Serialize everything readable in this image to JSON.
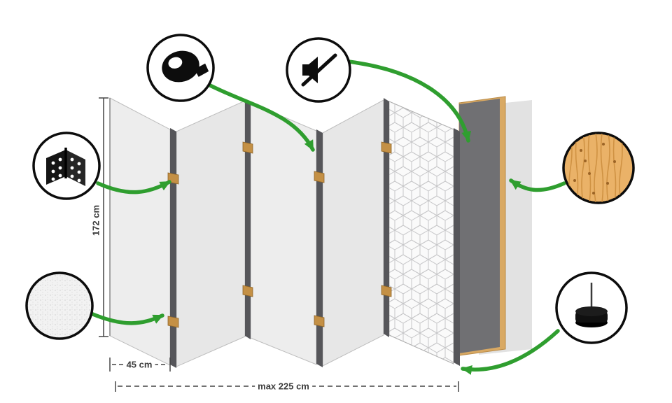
{
  "diagram": {
    "type": "product-infographic",
    "subject": "folding room divider screen construction",
    "dimensions": {
      "height": "172 cm",
      "panel_width": "45 cm",
      "max_width": "max 225 cm"
    },
    "features": [
      {
        "icon": "adhesive-tape-icon",
        "position": "top-left"
      },
      {
        "icon": "mute-icon",
        "position": "top-center"
      },
      {
        "icon": "hinge-icon",
        "position": "left"
      },
      {
        "icon": "fabric-texture-icon",
        "position": "bottom-left"
      },
      {
        "icon": "wood-icon",
        "position": "right"
      },
      {
        "icon": "stand-foot-icon",
        "position": "bottom-right"
      }
    ],
    "colors": {
      "arrow_green": "#2f9e2f",
      "panel_light": "#ededed",
      "panel_alt": "#e7e7e7",
      "panel_edge_dark": "#56565a",
      "hinge_tan": "#c49045",
      "wood_frame": "#d9a963",
      "dark_panel": "#707073",
      "pattern_line": "#c6c6c8",
      "dim_text": "#3c3c3c",
      "background": "#ffffff"
    }
  }
}
